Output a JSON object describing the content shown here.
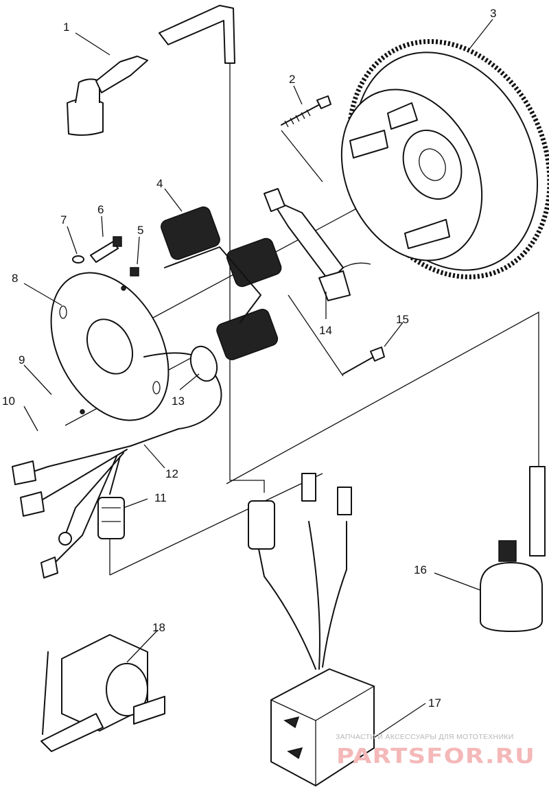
{
  "callouts": {
    "c1": "1",
    "c2": "2",
    "c3": "3",
    "c4": "4",
    "c5": "5",
    "c6": "6",
    "c7": "7",
    "c8": "8",
    "c9": "9",
    "c10": "10",
    "c11": "11",
    "c12": "12",
    "c13": "13",
    "c14": "14",
    "c15": "15",
    "c16": "16",
    "c17": "17",
    "c18": "18"
  },
  "watermark": {
    "tagline": "ЗАПЧАСТИ И АКСЕССУАРЫ ДЛЯ МОТОТЕХНИКИ",
    "logo": "PARTSFOR.RU"
  },
  "colors": {
    "ink": "#111111",
    "watermark_logo": "#f4b8b8",
    "watermark_text": "#b7b7b7"
  }
}
